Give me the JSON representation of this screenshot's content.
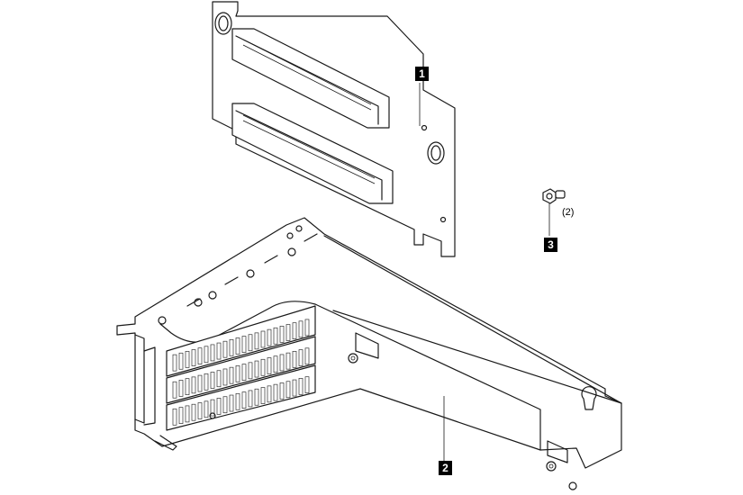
{
  "callouts": [
    {
      "id": "riser-card",
      "label": "1"
    },
    {
      "id": "riser-bracket",
      "label": "2"
    },
    {
      "id": "screw",
      "label": "3"
    }
  ],
  "screw_quantity": "(2)",
  "colors": {
    "line": "#1a1a1a",
    "callout_bg": "#000000",
    "callout_text": "#ffffff",
    "background": "#ffffff"
  }
}
